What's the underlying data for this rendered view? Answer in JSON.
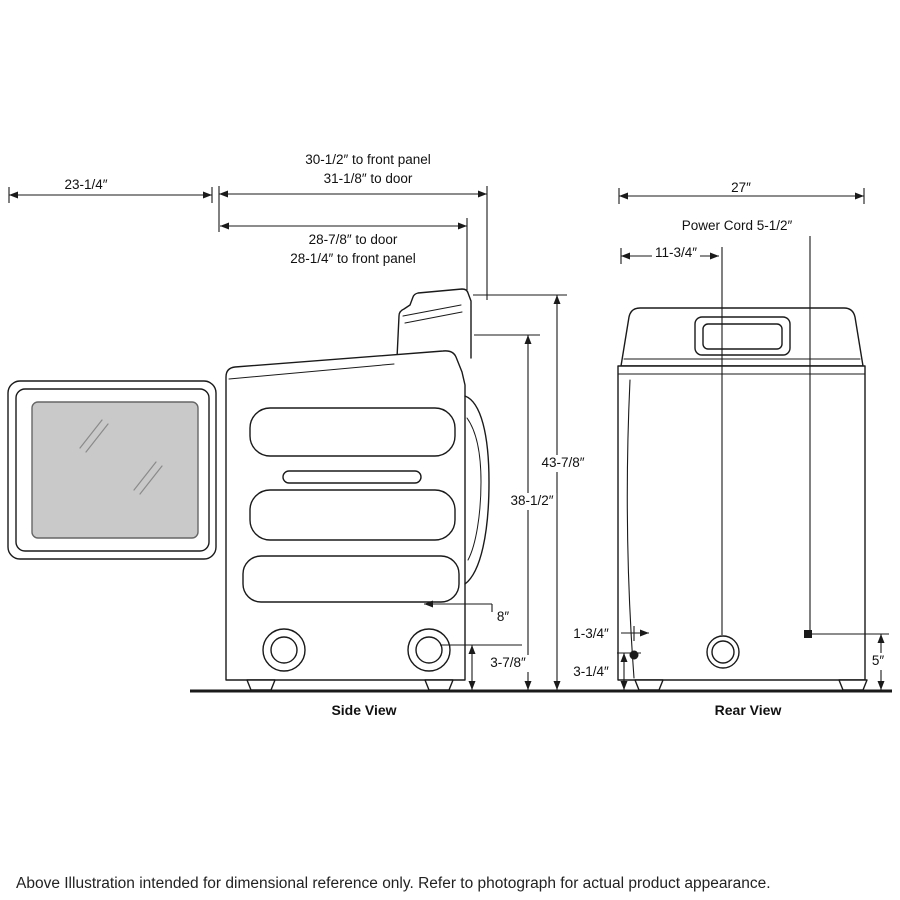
{
  "footer": {
    "note": "Above Illustration intended for dimensional reference only. Refer to photograph for actual product appearance."
  },
  "views": {
    "side_label": "Side View",
    "rear_label": "Rear View"
  },
  "dimensions": {
    "depth_to_front_panel": "30-1/2″ to front panel",
    "depth_to_door": "31-1/8″ to door",
    "door_open_width": "23-1/4″",
    "depth_to_door_lower": "28-7/8″ to door",
    "depth_to_front_panel_lower": "28-1/4″ to front panel",
    "overall_height": "43-7/8″",
    "body_height": "38-1/2″",
    "exhaust_offset": "8″",
    "base_height": "3-7/8″",
    "overall_width": "27″",
    "power_cord": "Power Cord 5-1/2″",
    "power_cord_offset": "11-3/4″",
    "left_offset": "1-3/4″",
    "bottom_offset": "3-1/4″",
    "right_outlet_height": "5″"
  },
  "colors": {
    "line": "#1a1a1a",
    "glass_fill": "#c9c9c9",
    "background": "#ffffff"
  }
}
